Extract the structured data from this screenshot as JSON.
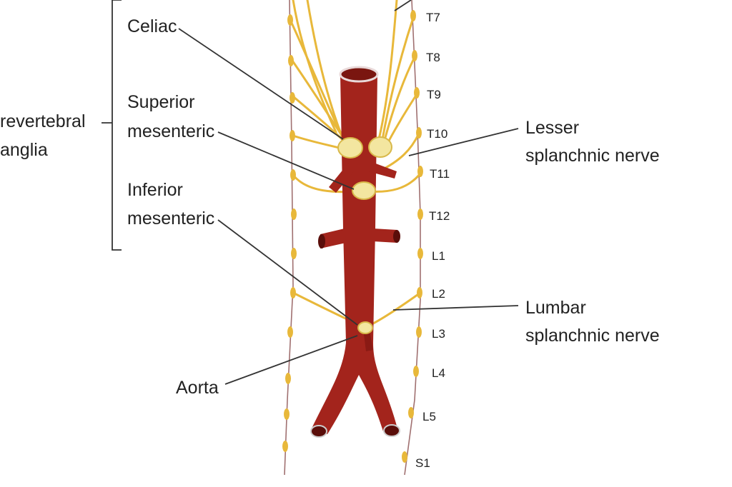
{
  "title": "Prevertebral ganglia and splanchnic nerves",
  "labels": {
    "prevertebral_line1": "revertebral",
    "prevertebral_line2": "anglia",
    "celiac": "Celiac",
    "superior_line1": "Superior",
    "superior_line2": "mesenteric",
    "inferior_line1": "Inferior",
    "inferior_line2": "mesenteric",
    "lesser_line1": "Lesser",
    "lesser_line2": "splanchnic nerve",
    "lumbar_line1": "Lumbar",
    "lumbar_line2": "splanchnic nerve",
    "aorta": "Aorta"
  },
  "levels": [
    "T7",
    "T8",
    "T9",
    "T10",
    "T11",
    "T12",
    "L1",
    "L2",
    "L3",
    "L4",
    "L5",
    "S1"
  ],
  "colors": {
    "aorta": "#a3241c",
    "nerve": "#e8b83a",
    "ganglion": "#f3e6a0"
  }
}
